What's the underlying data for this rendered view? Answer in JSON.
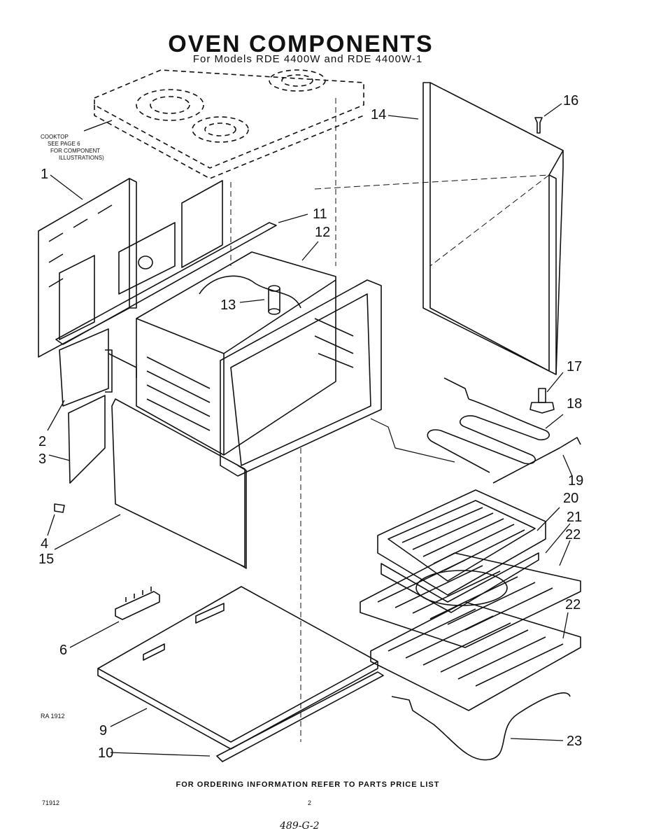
{
  "header": {
    "title": "OVEN COMPONENTS",
    "subtitle": "For Models RDE 4400W and RDE 4400W-1"
  },
  "cooktop_note": {
    "line1": "COOKTOP",
    "line2": "SEE PAGE 6",
    "line3": "FOR COMPONENT",
    "line4": "ILLUSTRATIONS)"
  },
  "callouts": [
    "1",
    "2",
    "3",
    "4",
    "15",
    "6",
    "9",
    "10",
    "11",
    "12",
    "13",
    "14",
    "16",
    "17",
    "18",
    "19",
    "20",
    "21",
    "22",
    "22",
    "23"
  ],
  "footer": {
    "ordering_note": "FOR ORDERING INFORMATION REFER TO PARTS PRICE LIST",
    "drawing_code": "71912",
    "page_number": "2",
    "ra_code": "RA 1912",
    "handwritten_note": "489-G-2"
  },
  "colors": {
    "ink": "#111111",
    "paper": "#ffffff"
  }
}
